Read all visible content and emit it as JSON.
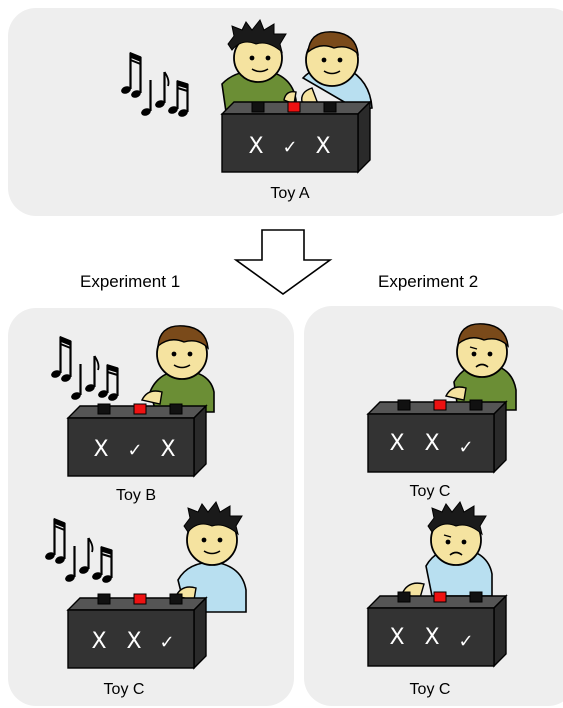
{
  "top_panel": {
    "toy_label": "Toy A",
    "box_marks": [
      "X",
      "✓",
      "X"
    ],
    "active_button": "middle"
  },
  "experiments": [
    {
      "title": "Experiment 1",
      "toys": [
        {
          "label": "Toy B",
          "marks": [
            "X",
            "✓",
            "X"
          ],
          "music": true
        },
        {
          "label": "Toy C",
          "marks": [
            "X",
            "X",
            "✓"
          ],
          "music": true
        }
      ]
    },
    {
      "title": "Experiment 2",
      "toys": [
        {
          "label": "Toy C",
          "marks": [
            "X",
            "X",
            "✓"
          ],
          "music": false
        },
        {
          "label": "Toy C",
          "marks": [
            "X",
            "X",
            "✓"
          ],
          "music": false
        }
      ]
    }
  ],
  "colors": {
    "panel_bg": "#eeeeee",
    "box_face": "#333333",
    "box_top": "#555555",
    "active_button": "#ee1111",
    "idle_button": "#111111",
    "skin": "#f5e3a0",
    "shirt_green": "#6b8e35",
    "shirt_blue": "#b8dff0",
    "hair_brown": "#7a4a1a",
    "hair_black": "#1a1a1a"
  }
}
